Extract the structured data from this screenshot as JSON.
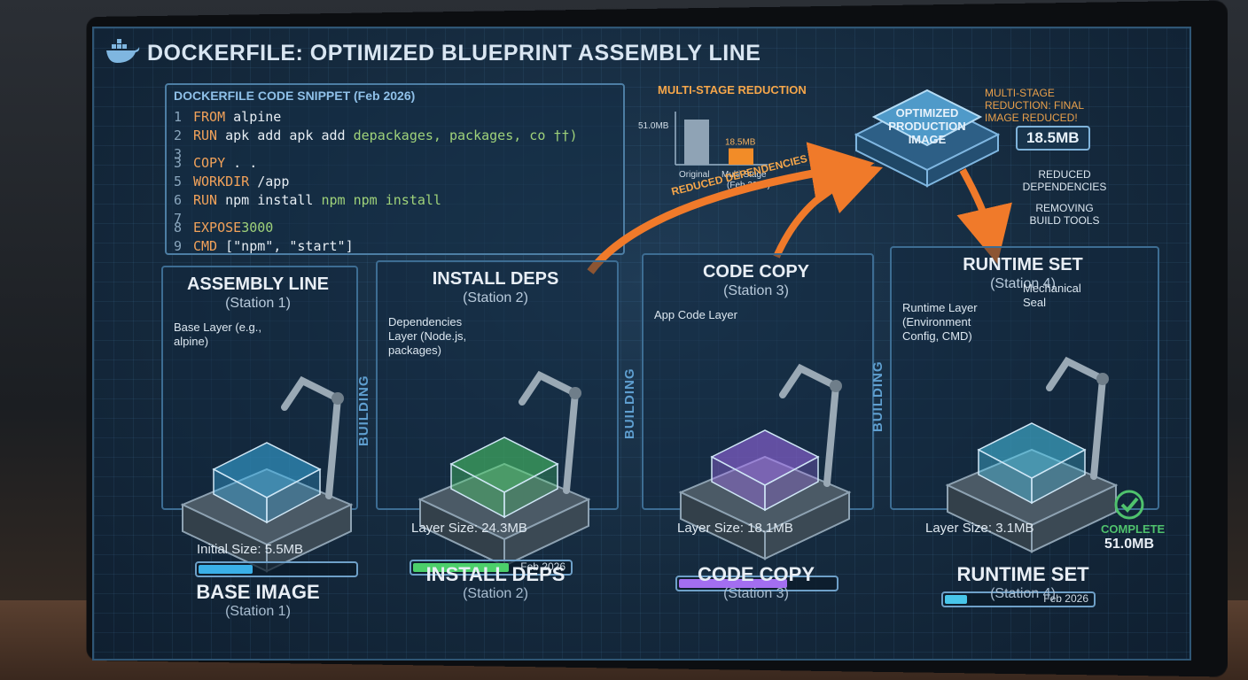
{
  "title": "DOCKERFILE: OPTIMIZED BLUEPRINT ASSEMBLY LINE",
  "code_panel": {
    "header": "DOCKERFILE CODE SNIPPET (Feb 2026)",
    "lines": [
      {
        "n": "1",
        "kw": "FROM",
        "rest": " alpine",
        "arg": ""
      },
      {
        "n": "2",
        "kw": "RUN",
        "rest": " apk add apk add ",
        "arg": "depackages, packages, co ††)"
      },
      {
        "n": "3",
        "kw": "",
        "rest": "",
        "arg": ""
      },
      {
        "n": "3",
        "kw": "COPY",
        "rest": " . .",
        "arg": ""
      },
      {
        "n": "5",
        "kw": "WORKDIR",
        "rest": " /app",
        "arg": ""
      },
      {
        "n": "6",
        "kw": "RUN",
        "rest": " npm install ",
        "arg": "npm npm install"
      },
      {
        "n": "7",
        "kw": "",
        "rest": "",
        "arg": ""
      },
      {
        "n": "8",
        "kw": "EXPOSE",
        "rest": "",
        "arg": "3000"
      },
      {
        "n": "9",
        "kw": "CMD",
        "rest": " [\"npm\", \"start\"]",
        "arg": ""
      }
    ]
  },
  "multi_stage": {
    "label": "MULTI-STAGE REDUCTION",
    "chart": {
      "bars": [
        {
          "name": "Original",
          "value_label": "51.0MB",
          "value": 51.0
        },
        {
          "name": "Multi-Stage",
          "value_label": "18.5MB",
          "value": 18.5
        }
      ],
      "sub_label": "(Feb.2026)"
    },
    "note": "MULTI-STAGE REDUCTION: FINAL IMAGE REDUCED!",
    "final_size": "18.5MB",
    "production_label": "OPTIMIZED PRODUCTION IMAGE",
    "reduced_deps_arrow": "REDUCED DEPENDENCIES",
    "reduced_deps": "REDUCED DEPENDENCIES",
    "removing_tools": "REMOVING BUILD TOOLS"
  },
  "building_label": "BUILDING",
  "stations": [
    {
      "title": "ASSEMBLY LINE",
      "sub": "(Station 1)",
      "layer_label": "Base Layer (e.g., alpine)",
      "size_text": "Initial Size: 5.5MB",
      "fill_fraction": 0.35,
      "date": "",
      "bottom_title": "BASE IMAGE",
      "bottom_sub": "(Station 1)",
      "color": "#3ab0e8"
    },
    {
      "title": "INSTALL DEPS",
      "sub": "(Station 2)",
      "layer_label": "Dependencies Layer (Node.js, packages)",
      "size_text": "Layer Size: 24.3MB",
      "fill_fraction": 0.62,
      "date": "Feb 2026",
      "bottom_title": "INSTALL DEPS",
      "bottom_sub": "(Station 2)",
      "color": "#4ccf6a"
    },
    {
      "title": "CODE COPY",
      "sub": "(Station 3)",
      "layer_label": "App Code Layer",
      "size_text": "Layer Size: 18.1MB",
      "fill_fraction": 0.7,
      "date": "",
      "bottom_title": "CODE COPY",
      "bottom_sub": "(Station 3)",
      "color": "#a36ef0"
    },
    {
      "title": "RUNTIME SET",
      "sub": "(Station 4)",
      "layer_label": "Runtime Layer (Environment Config, CMD)",
      "seal_label": "Mechanical Seal",
      "size_text": "Layer Size: 3.1MB",
      "fill_fraction": 0.15,
      "date": "Feb 2026",
      "bottom_title": "RUNTIME SET",
      "bottom_sub": "(Station 4)",
      "color": "#48c6ea"
    }
  ],
  "complete": {
    "label": "COMPLETE",
    "total": "51.0MB"
  }
}
